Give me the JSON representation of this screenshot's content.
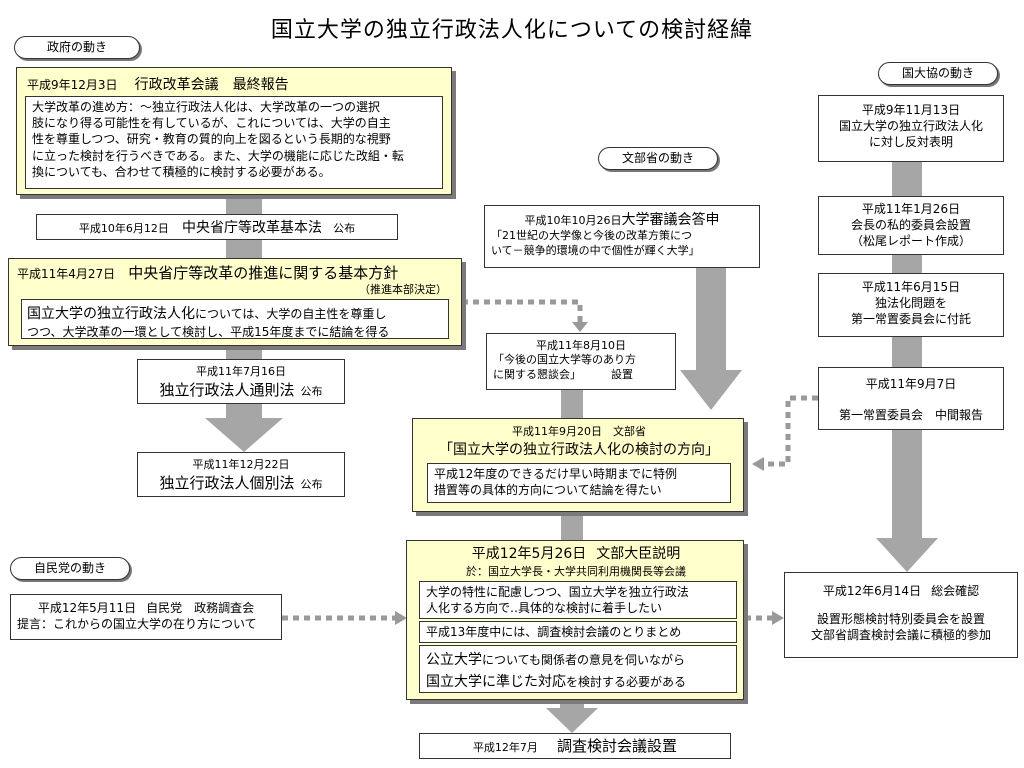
{
  "title": "国立大学の独立行政法人化についての検討経緯",
  "labels": {
    "government": "政府の動き",
    "ministry": "文部省の動き",
    "association": "国大協の動き",
    "ldp": "自民党の動き"
  },
  "government": {
    "reform_meeting": {
      "date": "平成9年12月3日",
      "title": "行政改革会議　最終報告",
      "body_lines": [
        "大学改革の進め方：～独立行政法人化は、大学改革の一つの選択",
        "肢になり得る可能性を有しているが、これについては、大学の自主",
        "性を尊重しつつ、研究・教育の質的向上を図るという長期的な視野",
        "に立った検討を行うべきである。また、大学の機能に応じた改組・転",
        "換についても、合わせて積極的に検討する必要がある。"
      ]
    },
    "basic_law": {
      "date": "平成10年6月12日",
      "title": "中央省庁等改革基本法",
      "suffix": "公布"
    },
    "policy": {
      "date": "平成11年4月27日",
      "title": "中央省庁等改革の推進に関する基本方針",
      "sub": "（推進本部決定）",
      "body_lead": "国立大学の独立行政法人化",
      "body_line1_rest": "については、大学の自主性を尊重し",
      "body_line2": "つつ、大学改革の一環として検討し、平成15年度までに結論を得る"
    },
    "general_law": {
      "date": "平成11年7月16日",
      "title": "独立行政法人通則法",
      "suffix": "公布"
    },
    "individual_law": {
      "date": "平成11年12月22日",
      "title": "独立行政法人個別法",
      "suffix": "公布"
    }
  },
  "ministry": {
    "council": {
      "date": "平成10年10月26日",
      "title": "大学審議会答申",
      "line1": "「21世紀の大学像と今後の改革方策につ",
      "line2": "いて－競争的環境の中で個性が輝く大学」"
    },
    "forum": {
      "date": "平成11年8月10日",
      "line1": "「今後の国立大学等のあり方",
      "line2": "に関する懇談会」",
      "suffix": "設置"
    },
    "direction": {
      "date": "平成11年9月20日　文部省",
      "title": "「国立大学の独立行政法人化の検討の方向」",
      "line1": "平成12年度のできるだけ早い時期までに特例",
      "line2": "措置等の具体的方向について結論を得たい"
    },
    "minister": {
      "date": "平成12年5月26日",
      "title": "文部大臣説明",
      "sub": "於：国立大学長・大学共同利用機関長等会議",
      "box1_line1": "大学の特性に配慮しつつ、国立大学を独立行政法",
      "box1_line2": "人化する方向で‥具体的な検討に着手したい",
      "box2": "平成13年度中には、調査検討会議のとりまとめ",
      "box3_lead1": "公立大学",
      "box3_rest1": "についても関係者の意見を伺いながら",
      "box3_lead2": "国立大学に準じた対応",
      "box3_rest2": "を検討する必要がある"
    },
    "committee": {
      "date": "平成12年7月",
      "title": "調査検討会議設置"
    }
  },
  "association": {
    "oppose": {
      "date": "平成9年11月13日",
      "line1": "国立大学の独立行政法人化",
      "line2": "に対し反対表明"
    },
    "private_committee": {
      "date": "平成11年1月26日",
      "line1": "会長の私的委員会設置",
      "line2": "（松尾レポート作成）"
    },
    "standing_referral": {
      "date": "平成11年6月15日",
      "line1": "独法化問題を",
      "line2": "第一常置委員会に付託"
    },
    "interim": {
      "date": "平成11年9月7日",
      "line1": "第一常置委員会　中間報告"
    },
    "confirm": {
      "date": "平成12年6月14日",
      "title": "総会確認",
      "line1": "設置形態検討特別委員会を設置",
      "line2": "文部省調査検討会議に積極的参加"
    }
  },
  "ldp": {
    "meeting": {
      "date": "平成12年5月11日",
      "title": "自民党　政務調査会",
      "line2": "提言：これからの国立大学の在り方について"
    }
  }
}
